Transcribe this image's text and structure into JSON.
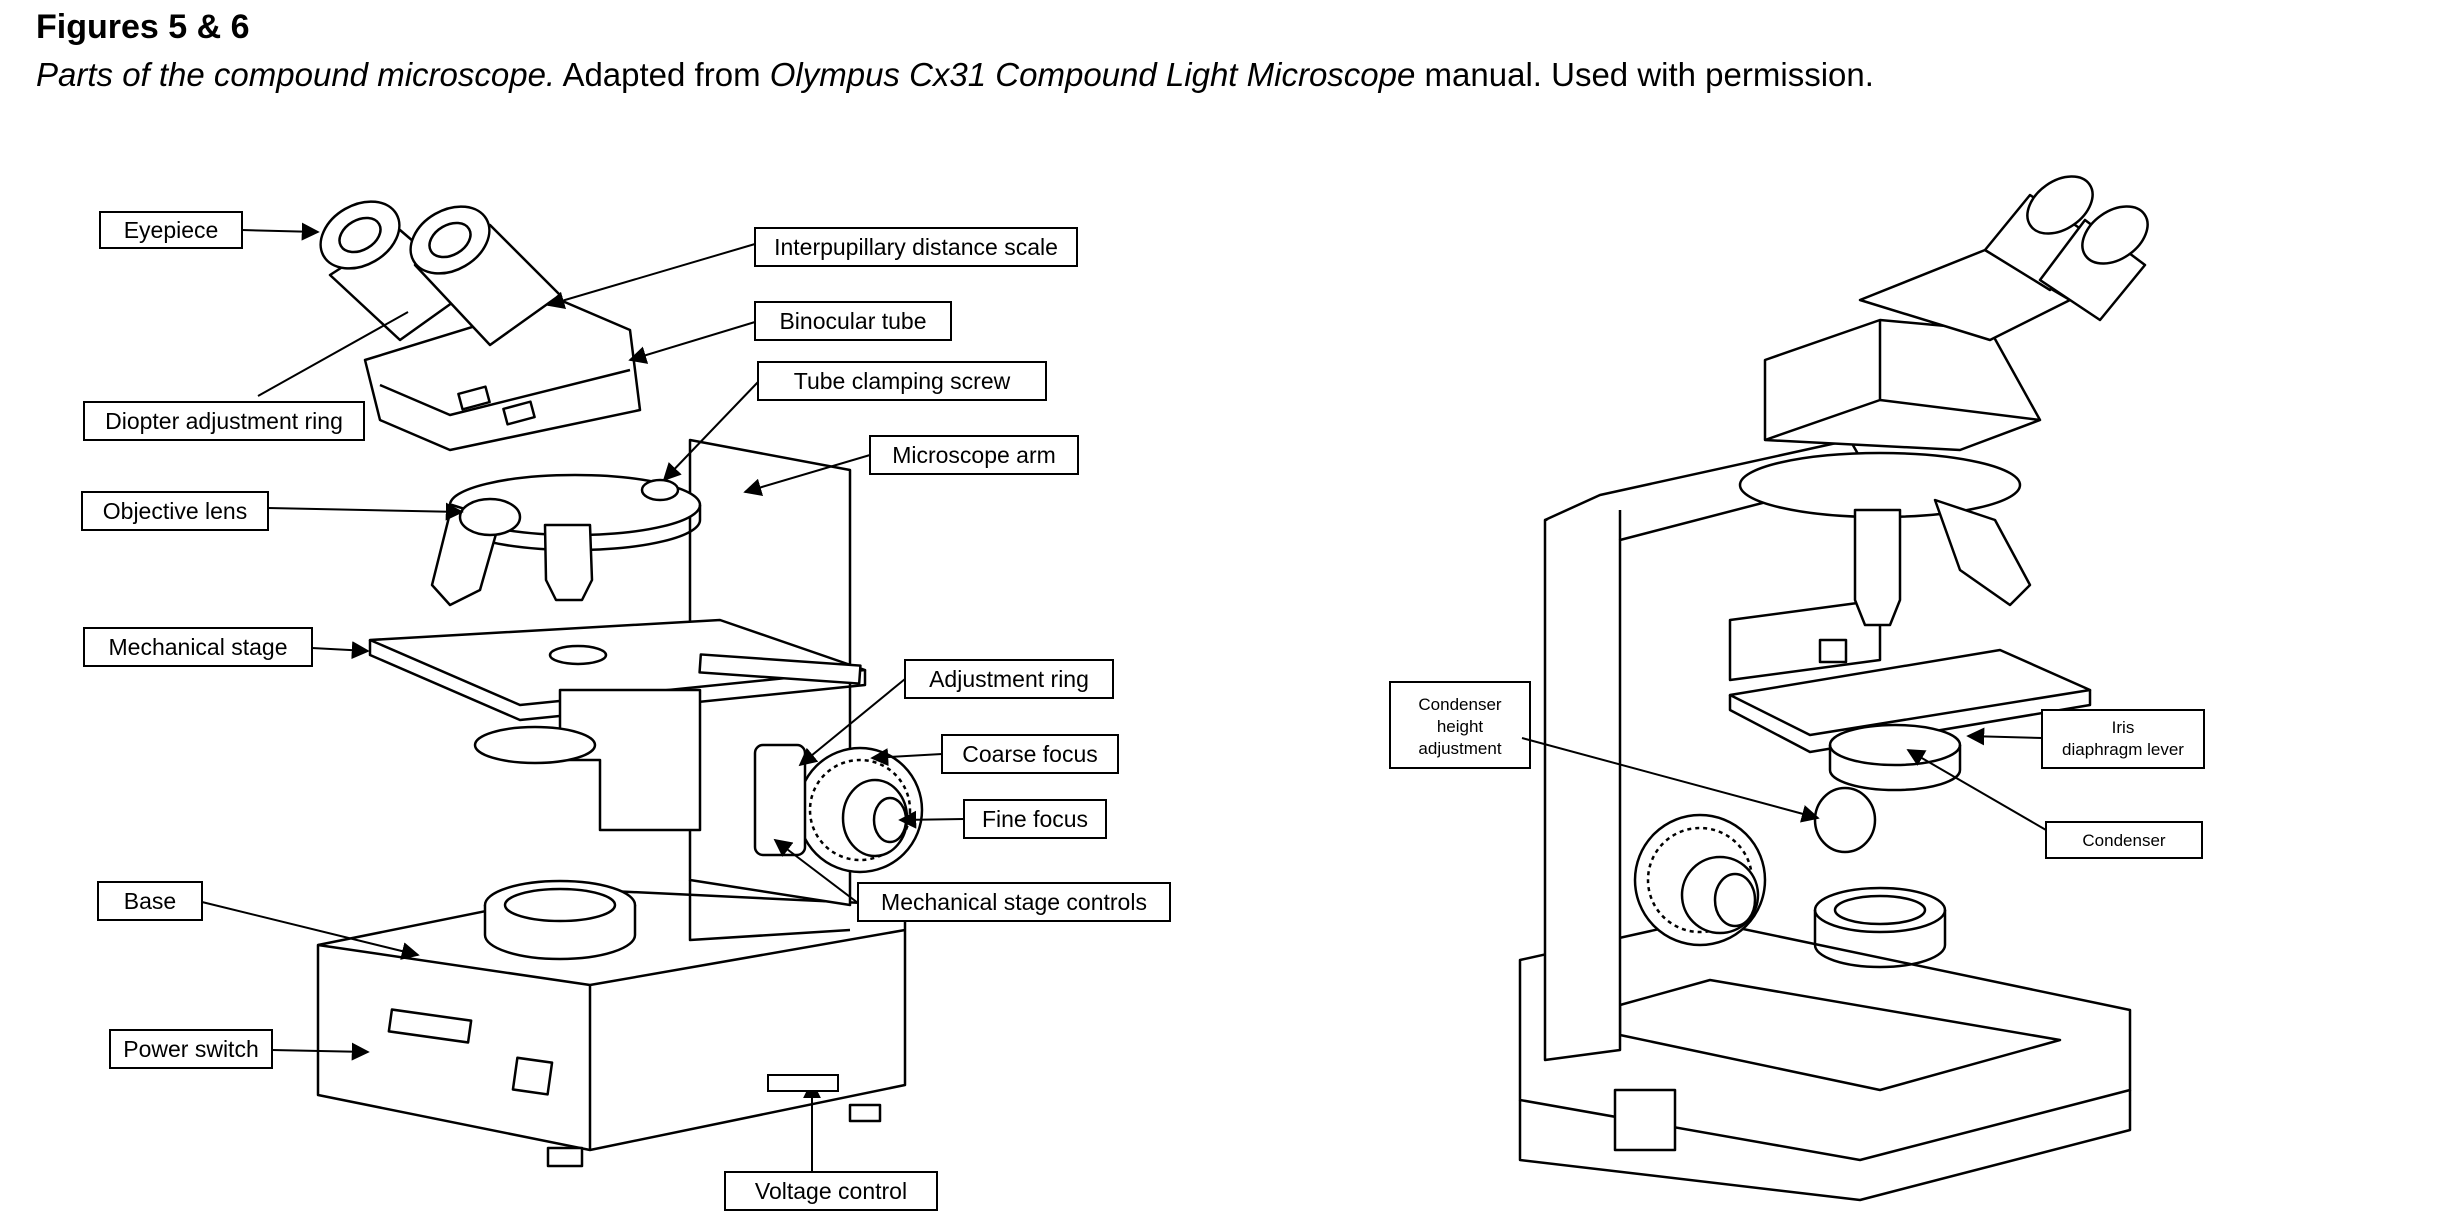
{
  "header": {
    "title": "Figures 5 & 6",
    "caption_italic_1": "Parts of the compound microscope.",
    "caption_plain_1": " Adapted from ",
    "caption_italic_2": "Olympus Cx31 Compound Light Microscope",
    "caption_plain_2": " manual. Used with permission."
  },
  "figure5": {
    "labels": {
      "eyepiece": "Eyepiece",
      "interpupillary": "Interpupillary distance scale",
      "binocular_tube": "Binocular tube",
      "tube_clamping": "Tube clamping screw",
      "diopter": "Diopter adjustment ring",
      "microscope_arm": "Microscope arm",
      "objective_lens": "Objective lens",
      "mechanical_stage": "Mechanical stage",
      "adjustment_ring": "Adjustment ring",
      "coarse_focus": "Coarse focus",
      "fine_focus": "Fine focus",
      "base": "Base",
      "stage_controls": "Mechanical stage controls",
      "power_switch": "Power switch",
      "voltage_control": "Voltage control"
    }
  },
  "figure6": {
    "labels": {
      "condenser_height_1": "Condenser",
      "condenser_height_2": "height",
      "condenser_height_3": "adjustment",
      "iris_1": "Iris",
      "iris_2": "diaphragm lever",
      "condenser": "Condenser"
    }
  },
  "colors": {
    "ink": "#000000",
    "paper": "#ffffff",
    "shade": "#e6e6e6"
  }
}
